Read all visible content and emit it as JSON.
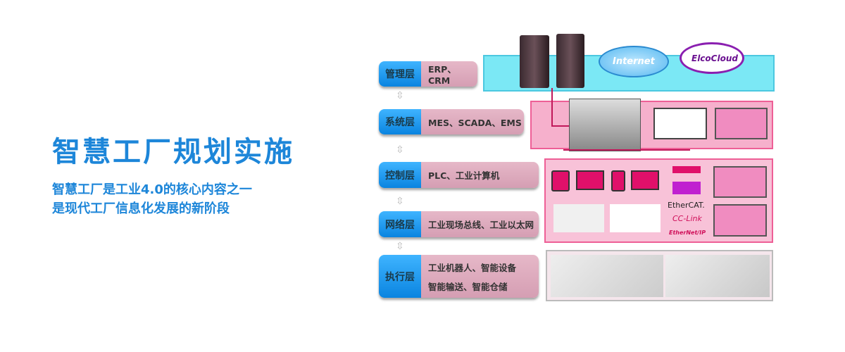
{
  "heading": {
    "title": "智慧工厂规划实施",
    "subtitle_line1": "智慧工厂是工业4.0的核心内容之一",
    "subtitle_line2": "是现代工厂信息化发展的新阶段"
  },
  "layers": [
    {
      "tag": "管理层",
      "lines": [
        "ERP、CRM"
      ]
    },
    {
      "tag": "系统层",
      "lines": [
        "MES、SCADA、EMS"
      ]
    },
    {
      "tag": "控制层",
      "lines": [
        "PLC、工业计算机"
      ]
    },
    {
      "tag": "网络层",
      "lines": [
        "工业现场总线、工业以太网"
      ]
    },
    {
      "tag": "执行层",
      "lines": [
        "工业机器人、智能设备",
        "智能输送、智能仓储"
      ]
    }
  ],
  "clouds": {
    "internet": "Internet",
    "elco": "ElcoCloud"
  },
  "protocols": {
    "ethercat": "EtherCAT.",
    "cclink": "CC-Link",
    "ethernetip": "EtherNet/IP"
  },
  "arrow_glyph": "⇳"
}
